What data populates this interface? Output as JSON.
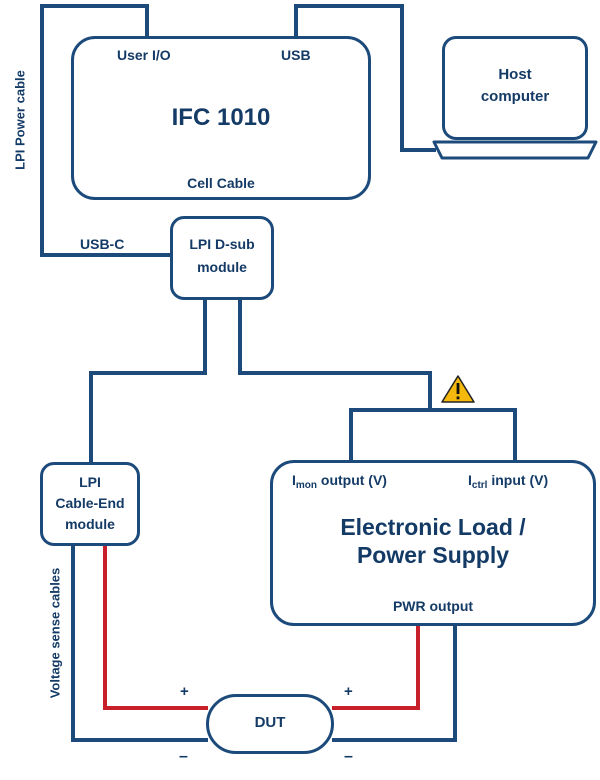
{
  "colors": {
    "wire": "#1c4a7a",
    "power": "#c8202a",
    "text": "#143a66",
    "warning": "#f5b80c"
  },
  "ifc": {
    "title": "IFC 1010",
    "user_io": "User I/O",
    "usb": "USB",
    "cell_cable": "Cell Cable"
  },
  "host": {
    "label_line1": "Host",
    "label_line2": "computer"
  },
  "dsub": {
    "line1": "LPI D-sub",
    "line2": "module"
  },
  "cable_end": {
    "line1": "LPI",
    "line2": "Cable-End",
    "line3": "module"
  },
  "load": {
    "title_line1": "Electronic Load /",
    "title_line2": "Power Supply",
    "imon_main": "I",
    "imon_sub": "mon",
    "imon_rest": " output (V)",
    "ictrl_main": "I",
    "ictrl_sub": "ctrl",
    "ictrl_rest": " input (V)",
    "pwr_output": "PWR output"
  },
  "dut": {
    "label": "DUT"
  },
  "labels": {
    "lpi_power_cable": "LPI Power cable",
    "usb_c": "USB-C",
    "voltage_sense": "Voltage sense cables",
    "plus_left": "+",
    "plus_right": "+",
    "minus_left": "–",
    "minus_right": "–"
  },
  "icons": {
    "warning": "warning-triangle-icon"
  }
}
